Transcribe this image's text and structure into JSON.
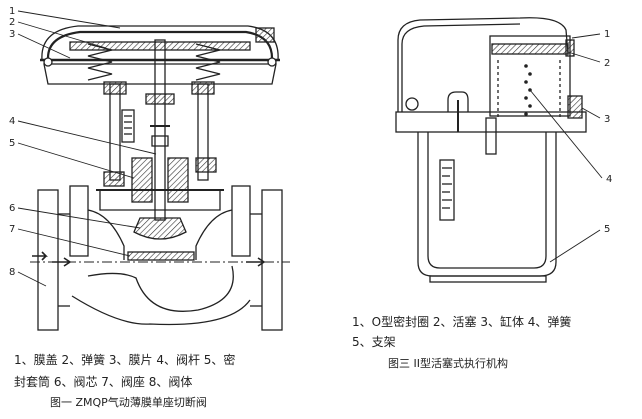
{
  "figure1": {
    "callouts": [
      "1",
      "2",
      "3",
      "4",
      "5",
      "6",
      "7",
      "8"
    ],
    "legend_line1": "1、膜盖  2、弹簧  3、膜片  4、阀杆  5、密",
    "legend_line2": "封套筒  6、阀芯  7、阀座  8、阀体",
    "caption": "图一  ZMQP气动薄膜单座切断阀"
  },
  "figure3": {
    "callouts": [
      "1",
      "2",
      "3",
      "4",
      "5"
    ],
    "legend_line1": "1、O型密封圈  2、活塞  3、缸体  4、弹簧",
    "legend_line2": "5、支架",
    "caption": "图三  II型活塞式执行机构"
  }
}
